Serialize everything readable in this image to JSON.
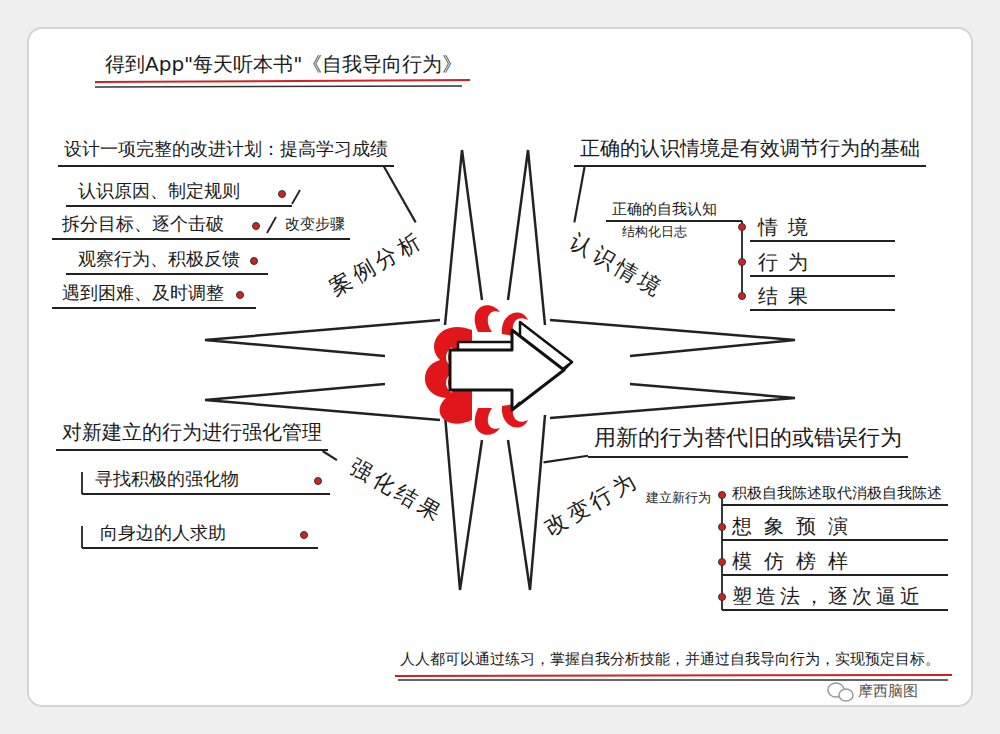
{
  "diagram": {
    "title": "得到App\"每天听本书\"《自我导向行为》",
    "caption": "人人都可以通过练习，掌握自我分析技能，并通过自我导向行为，实现预定目标。",
    "nodes": [
      {
        "text": [
          "设计一项完整的改进计划：提高学习成绩"
        ]
      },
      {
        "text": [
          "案例分析"
        ]
      },
      {
        "text": [
          "正确的认识情境是有效调节行为的基础"
        ]
      },
      {
        "text": [
          "认识情境"
        ]
      },
      {
        "text": [
          "对新建立的行为进行强化管理"
        ]
      },
      {
        "text": [
          "强化结果"
        ]
      },
      {
        "text": [
          "用新的行为替代旧的或错误行为"
        ]
      },
      {
        "text": [
          "改变行为"
        ]
      }
    ],
    "edges": [
      {
        "from": 1,
        "to": 0,
        "arrow": "none"
      },
      {
        "from": 3,
        "to": 2,
        "arrow": "none"
      },
      {
        "from": 5,
        "to": 4,
        "arrow": "none"
      },
      {
        "from": 7,
        "to": 6,
        "arrow": "none"
      }
    ],
    "labels": [
      "认识原因、制定规则",
      "拆分目标、逐个击破",
      "改变步骤",
      "观察行为、积极反馈",
      "遇到困难、及时调整",
      "正确的自我认知",
      "结构化日志",
      "情境",
      "行为",
      "结果",
      "寻找积极的强化物",
      "向身边的人求助",
      "建立新行为",
      "积极自我陈述取代消极自我陈述",
      "想象预演",
      "模仿榜样",
      "塑造法，逐次逼近",
      "摩西脑图"
    ]
  }
}
